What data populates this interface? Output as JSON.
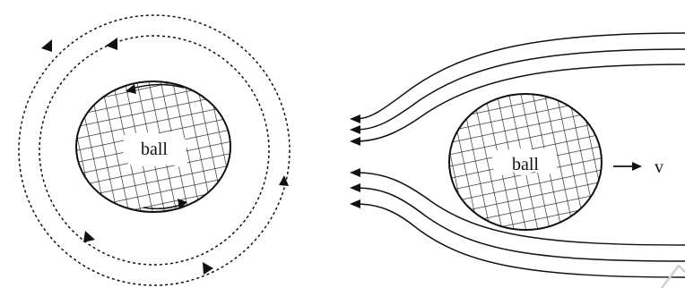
{
  "left_panel": {
    "ball_label": "ball",
    "circulation_direction": "counterclockwise",
    "dotted_rings": 2
  },
  "right_panel": {
    "ball_label": "ball",
    "velocity_label": "v",
    "velocity_direction": "right",
    "streamline_direction": "left",
    "streamlines_above": 3,
    "streamlines_below": 3
  },
  "colors": {
    "ink": "#111111",
    "background": "#ffffff",
    "watermark": "#d0d0d0"
  }
}
